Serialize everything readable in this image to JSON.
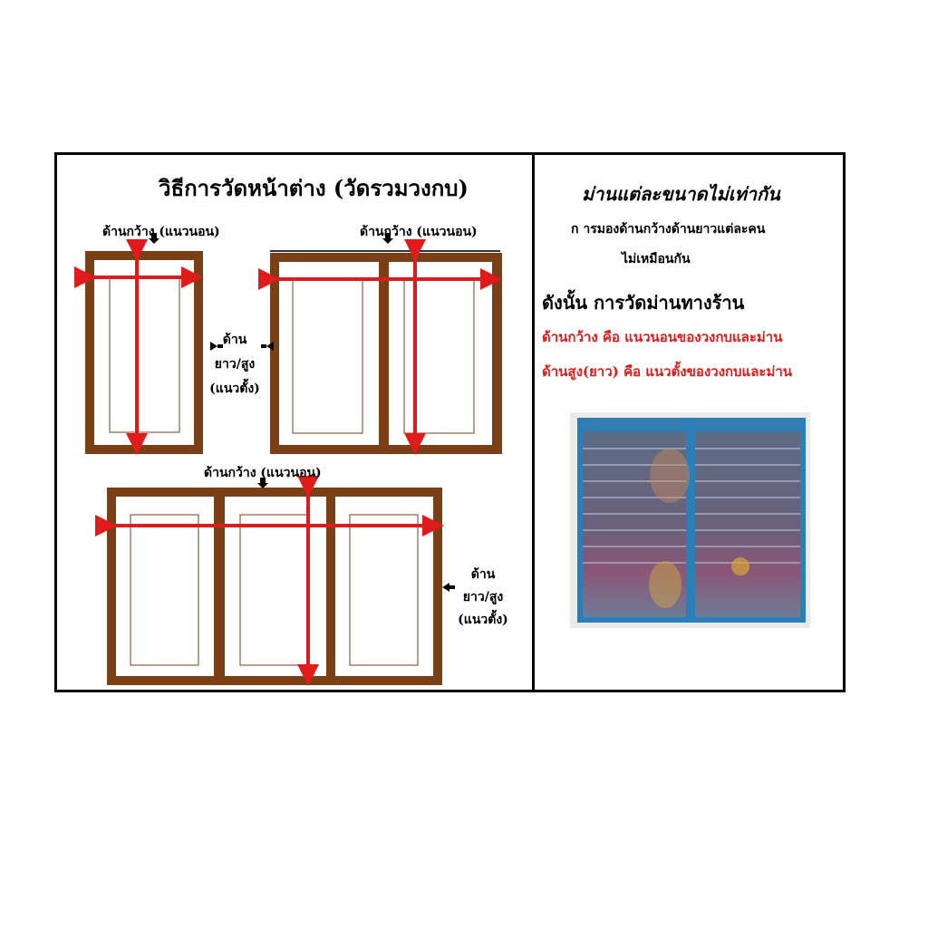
{
  "left": {
    "title": "วิธีการวัดหน้าต่าง (วัดรวมวงกบ)",
    "width_label_1": "ด้านกว้าง (แนวนอน)",
    "width_label_2": "ด้านกว้าง (แนวนอน)",
    "width_label_3": "ด้านกว้าง (แนวนอน)",
    "height_label_1": {
      "line1": "ด้าน",
      "line2": "ยาว/สูง",
      "line3": "(แนวตั้ง)"
    },
    "height_label_2": {
      "line1": "ด้าน",
      "line2": "ยาว/สูง",
      "line3": "(แนวตั้ง)"
    }
  },
  "right": {
    "heading": "ม่านแต่ละขนาดไม่เท่ากัน",
    "line1": "ก ารมองด้านกว้างด้านยาวแต่ละคน",
    "line2": "ไม่เหมือนกัน",
    "subheading": "ดังนั้น การวัดม่านทางร้าน",
    "red1": "ด้านกว้าง  คือ  แนวนอนของวงกบและม่าน",
    "red2": "ด้านสูง(ยาว)  คือ แนวตั้งของวงกบและม่าน"
  },
  "colors": {
    "frame": "#7a3f14",
    "arrow": "#e01b1b",
    "curtain": "#2a7fb8"
  }
}
